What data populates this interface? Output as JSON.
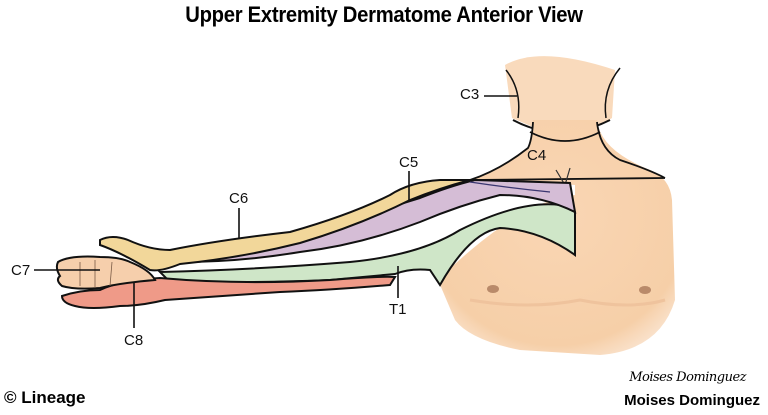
{
  "title": "Upper Extremity Dermatome Anterior View",
  "labels": {
    "c3": "C3",
    "c4": "C4",
    "c5": "C5",
    "c6": "C6",
    "c7": "C7",
    "c8": "C8",
    "t1": "T1"
  },
  "colors": {
    "skin": "#f8d3b0",
    "c5_region": "#d5bdd6",
    "c6_region": "#f2d79a",
    "c7_region": "#f6cfac",
    "c8_region": "#ef9a88",
    "t1_region": "#cfe6c8",
    "outline": "#111111"
  },
  "footer": {
    "copyright": "© Lineage",
    "signature": "Moises Dominguez",
    "author": "Moises Dominguez"
  }
}
